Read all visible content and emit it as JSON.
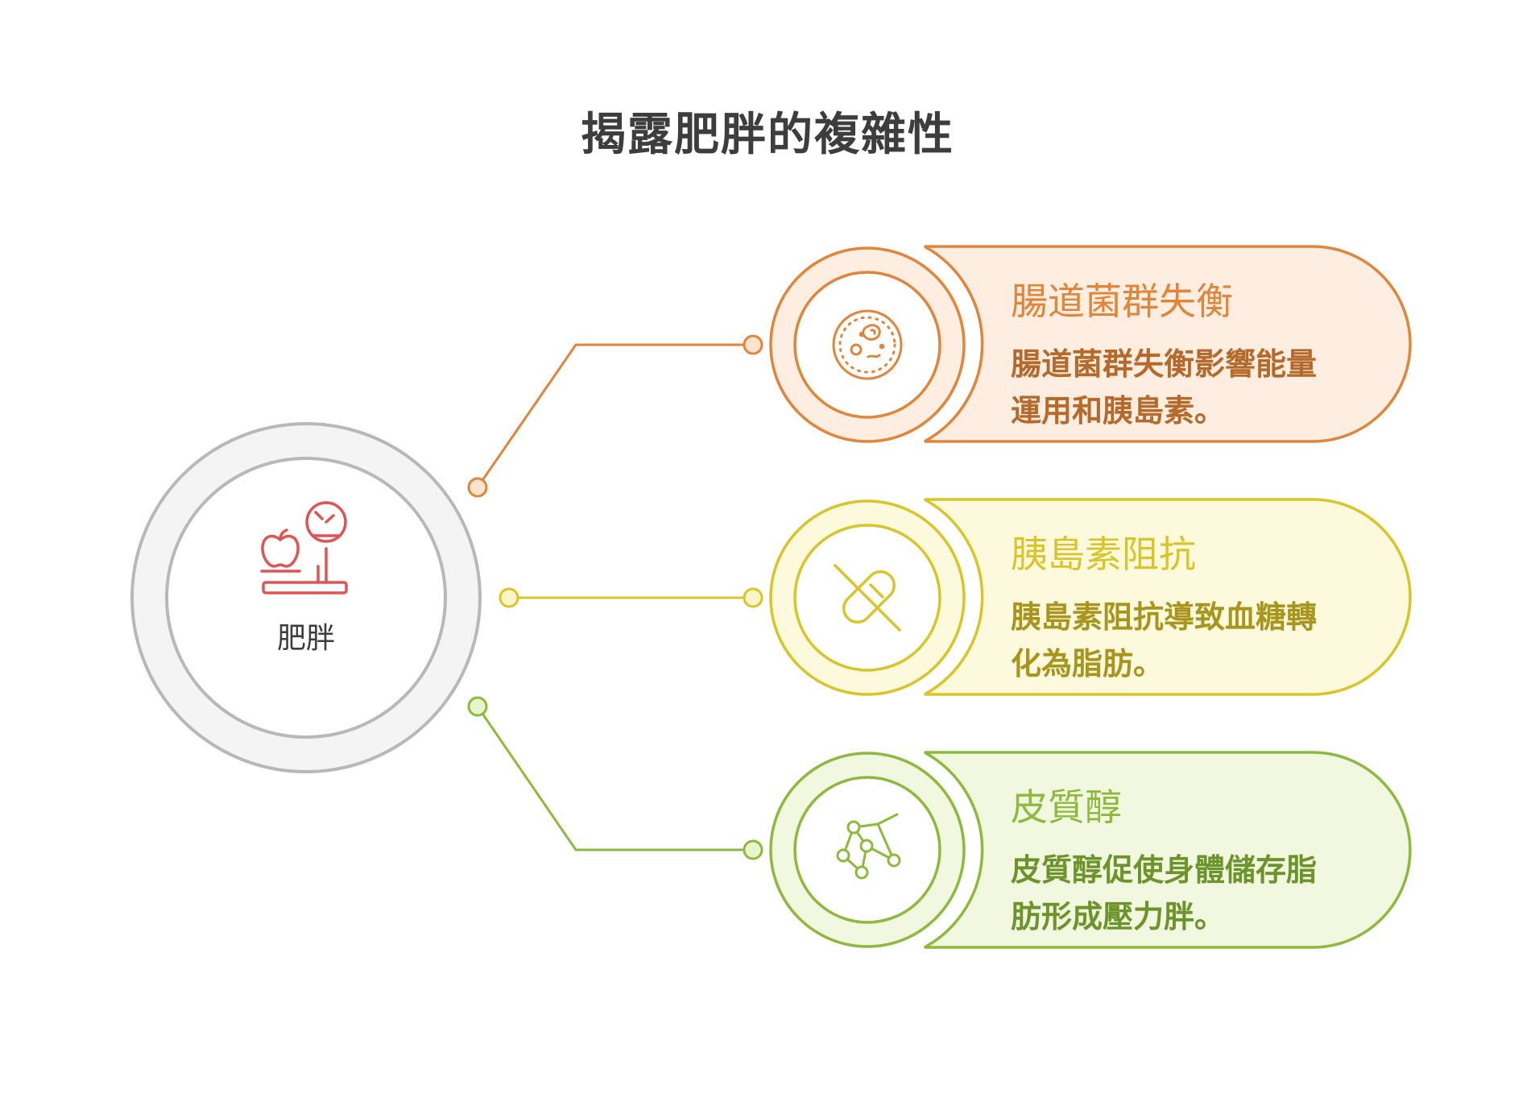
{
  "title": "揭露肥胖的複雜性",
  "center": {
    "label": "肥胖",
    "icon": "scale-apple-icon"
  },
  "items": [
    {
      "title": "腸道菌群失衡",
      "desc_line1": "腸道菌群失衡影響能量",
      "desc_line2": "運用和胰島素。",
      "icon": "bacteria-icon",
      "color": "#e0853a",
      "fill": "#fdeee1"
    },
    {
      "title": "胰島素阻抗",
      "desc_line1": "胰島素阻抗導致血糖轉",
      "desc_line2": "化為脂肪。",
      "icon": "pill-crossed-icon",
      "color": "#d9c52a",
      "fill": "#fdf9dc"
    },
    {
      "title": "皮質醇",
      "desc_line1": "皮質醇促使身體儲存脂",
      "desc_line2": "肪形成壓力胖。",
      "icon": "molecule-icon",
      "color": "#8dba3d",
      "fill": "#f1f8df"
    }
  ]
}
